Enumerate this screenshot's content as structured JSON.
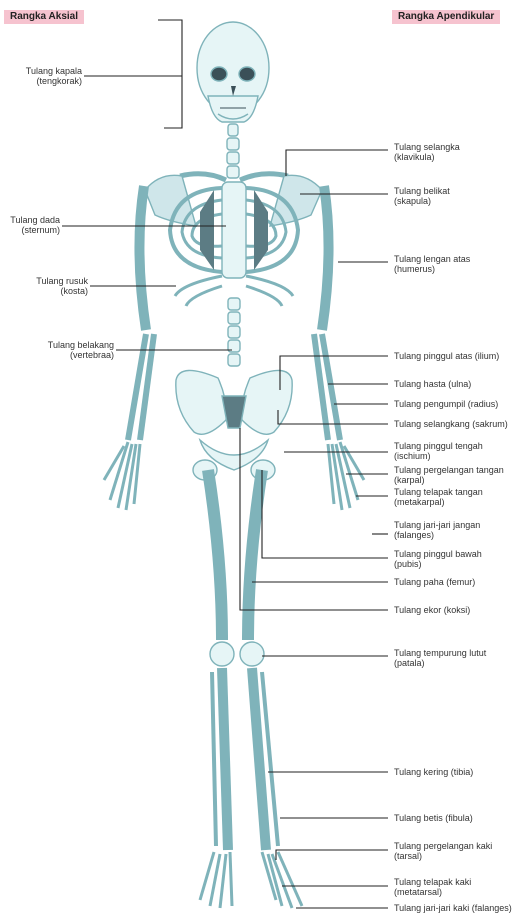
{
  "header": {
    "left_tag": "Rangka Aksial",
    "right_tag": "Rangka Apendikular",
    "tag_color": "#f6c3cf"
  },
  "colors": {
    "bone_fill": "#e6f5f6",
    "bone_stroke": "#7fb3ba",
    "shadow": "#5c7c84",
    "line": "#222222"
  },
  "labels_left": [
    {
      "name": "Tulang kapala",
      "sub": "(tengkorak)"
    },
    {
      "name": "Tulang dada",
      "sub": "(sternum)"
    },
    {
      "name": "Tulang rusuk",
      "sub": "(kosta)"
    },
    {
      "name": "Tulang belakang",
      "sub": "(vertebraa)"
    }
  ],
  "labels_right": [
    {
      "name": "Tulang selangka",
      "sub": "(klavikula)"
    },
    {
      "name": "Tulang belikat",
      "sub": "(skapula)"
    },
    {
      "name": "Tulang lengan atas",
      "sub": "(humerus)"
    },
    {
      "name": "Tulang pinggul atas (ilium)",
      "sub": ""
    },
    {
      "name": "Tulang hasta (ulna)",
      "sub": ""
    },
    {
      "name": "Tulang pengumpil (radius)",
      "sub": ""
    },
    {
      "name": "Tulang selangkang (sakrum)",
      "sub": ""
    },
    {
      "name": "Tulang pinggul tengah",
      "sub": "(ischium)"
    },
    {
      "name": "Tulang pergelangan tangan",
      "sub": "(karpal)"
    },
    {
      "name": "Tulang telapak tangan",
      "sub": "(metakarpal)"
    },
    {
      "name": "Tulang jari-jari jangan",
      "sub": "(falanges)"
    },
    {
      "name": "Tulang pinggul bawah",
      "sub": "(pubis)"
    },
    {
      "name": "Tulang paha (femur)",
      "sub": ""
    },
    {
      "name": "Tulang ekor (koksi)",
      "sub": ""
    },
    {
      "name": "Tulang tempurung lutut",
      "sub": "(patala)"
    },
    {
      "name": "Tulang kering (tibia)",
      "sub": ""
    },
    {
      "name": "Tulang betis (fibula)",
      "sub": ""
    },
    {
      "name": "Tulang pergelangan kaki",
      "sub": "(tarsal)"
    },
    {
      "name": "Tulang telapak kaki",
      "sub": "(metatarsal)"
    },
    {
      "name": "Tulang jari-jari kaki (falanges)",
      "sub": ""
    }
  ]
}
